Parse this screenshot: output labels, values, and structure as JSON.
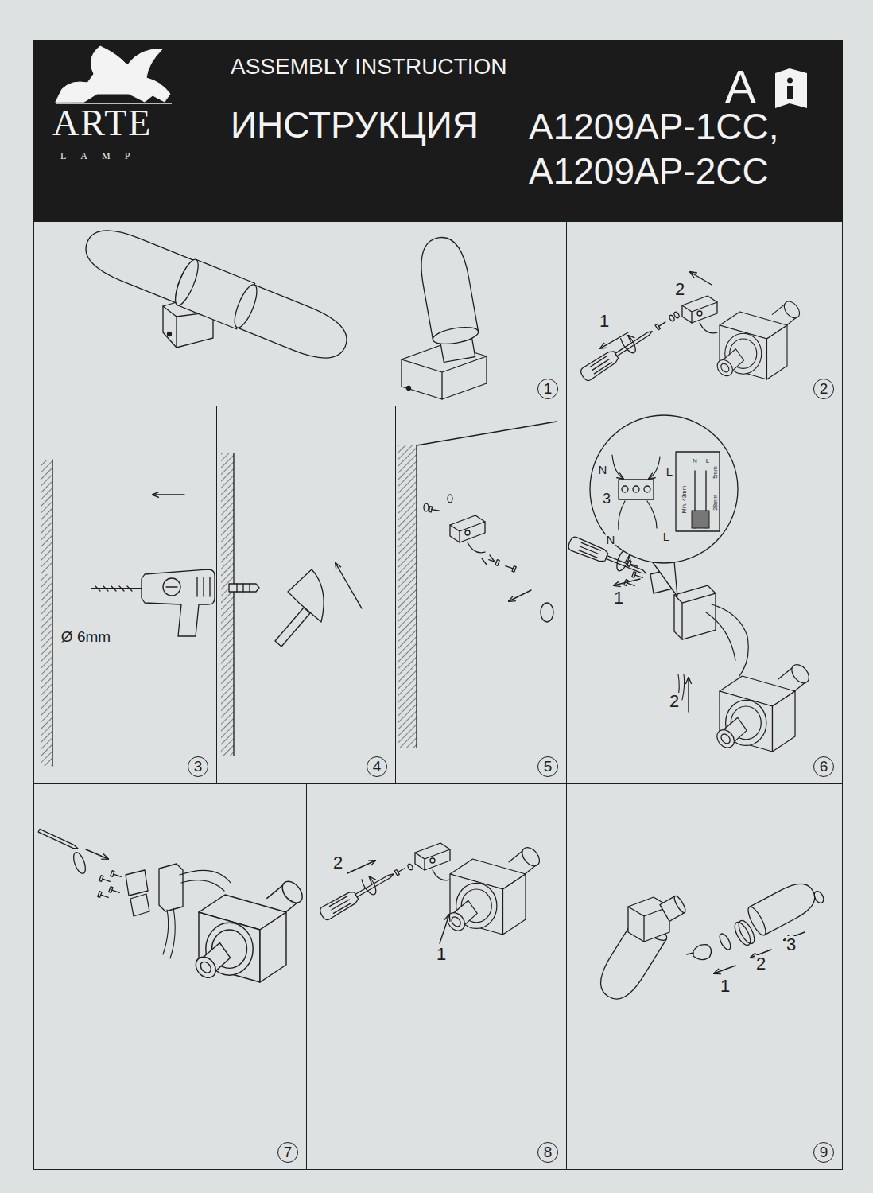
{
  "diagram": {
    "title": "ASSEMBLY INSTRUCTION",
    "nodes": [
      {
        "text": [
          "ARTE",
          "LAMP",
          "ИНСТРУКЦИЯ",
          "A1209AP-1CC, A1209AP-2CC",
          "A"
        ]
      },
      {
        "text": [
          "1"
        ]
      },
      {
        "text": [
          "2"
        ]
      },
      {
        "text": [
          "3"
        ]
      },
      {
        "text": [
          "4"
        ]
      },
      {
        "text": [
          "5"
        ]
      },
      {
        "text": [
          "6"
        ]
      },
      {
        "text": [
          "7"
        ]
      },
      {
        "text": [
          "8"
        ]
      },
      {
        "text": [
          "9"
        ]
      }
    ],
    "labels": [
      "1",
      "2",
      "Ø 6mm",
      "3",
      "N",
      "L",
      "N",
      "L",
      "N",
      "L",
      "Min. 43mm",
      "5mm",
      "28mm",
      "1",
      "2",
      "2",
      "1",
      "1",
      "2",
      "3"
    ]
  }
}
